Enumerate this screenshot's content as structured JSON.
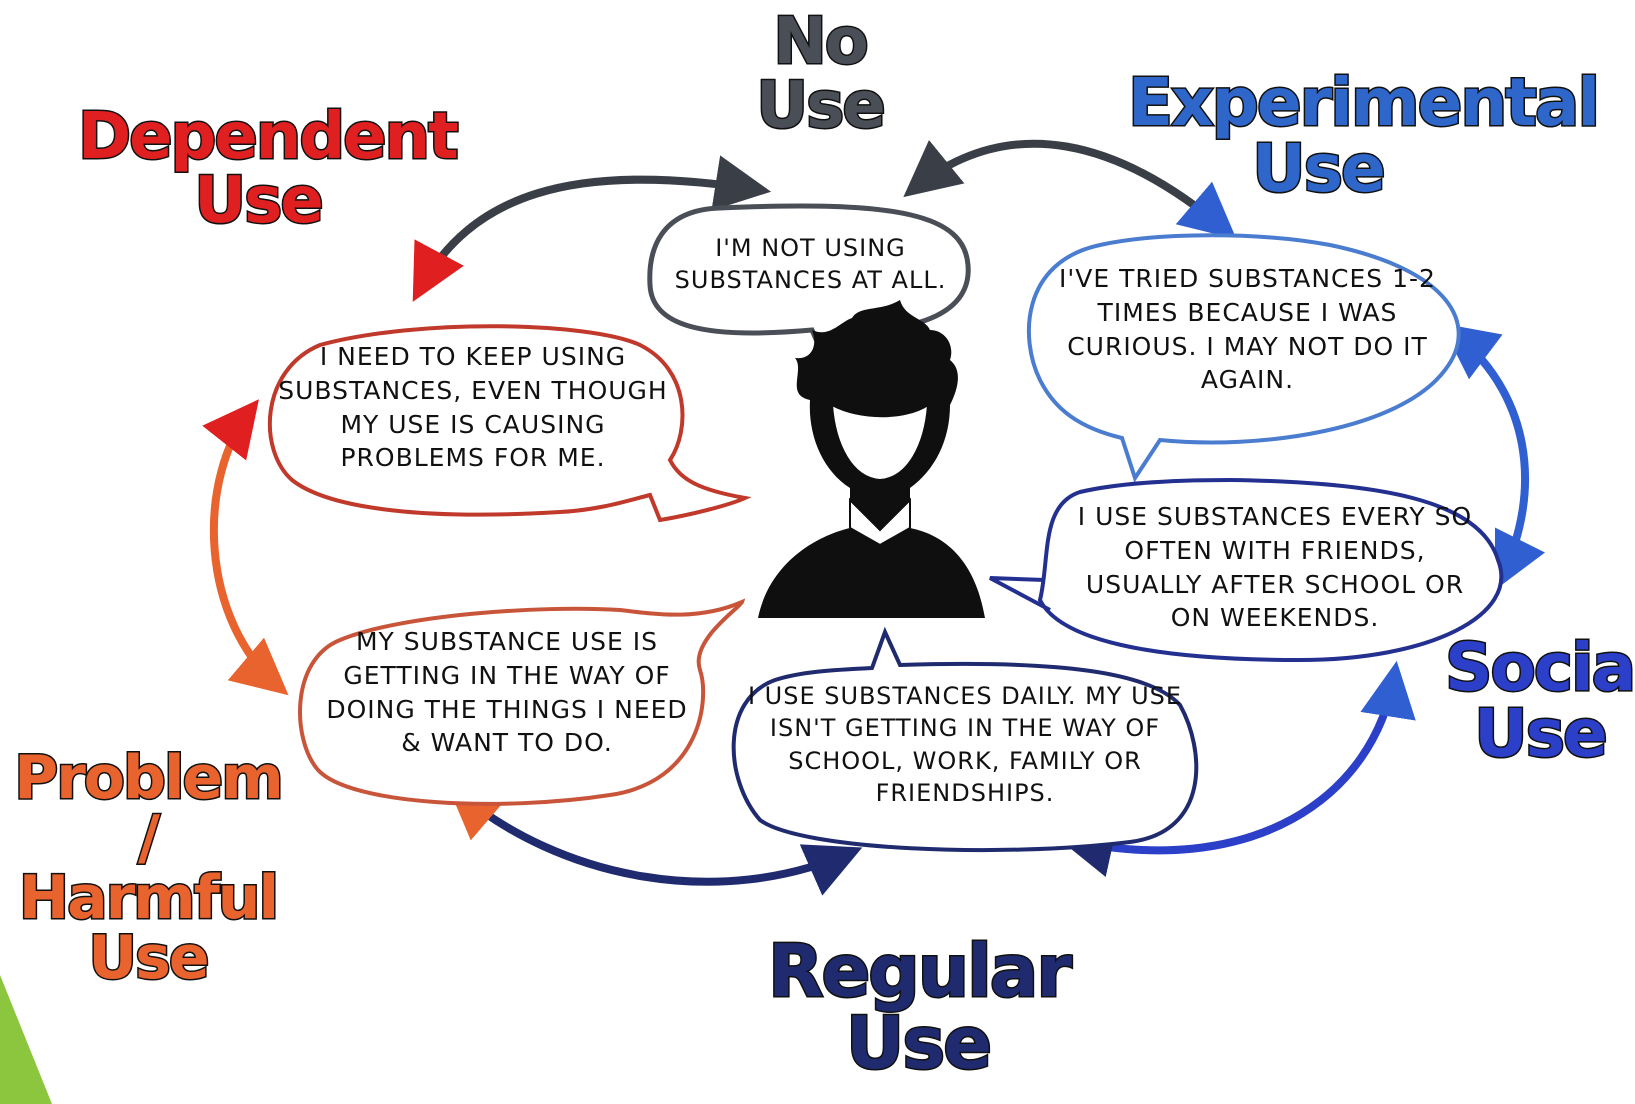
{
  "colors": {
    "no_use": "#4a4f57",
    "experimental": "#2f66c9",
    "social": "#2b3fc8",
    "regular": "#1f2b6e",
    "problem": "#e8632d",
    "dependent": "#e02020",
    "corner_accent": "#8cc63f"
  },
  "stages": {
    "no_use": {
      "line1": "No Use",
      "line2": ""
    },
    "experimental": {
      "line1": "Experimental",
      "line2": "Use"
    },
    "social": {
      "line1": "Social",
      "line2": "Use"
    },
    "regular": {
      "line1": "Regular",
      "line2": "Use"
    },
    "problem": {
      "line1": "Problem /",
      "line2": "Harmful",
      "line3": "Use"
    },
    "dependent": {
      "line1": "Dependent",
      "line2": "Use"
    }
  },
  "bubbles": {
    "no_use": "I'm not using substances at all.",
    "experimental": "I've tried substances 1-2 times because I was curious. I may not do it again.",
    "social": "I use substances every so often with friends, usually after school or on weekends.",
    "regular": "I use substances daily. My use isn't getting in the way of school, work, family or friendships.",
    "problem": "My substance use is getting in the way of doing the things I need & want to do.",
    "dependent": "I need to keep using substances, even though my use is causing problems for me."
  },
  "figure": {
    "icon": "person-silhouette-icon"
  }
}
